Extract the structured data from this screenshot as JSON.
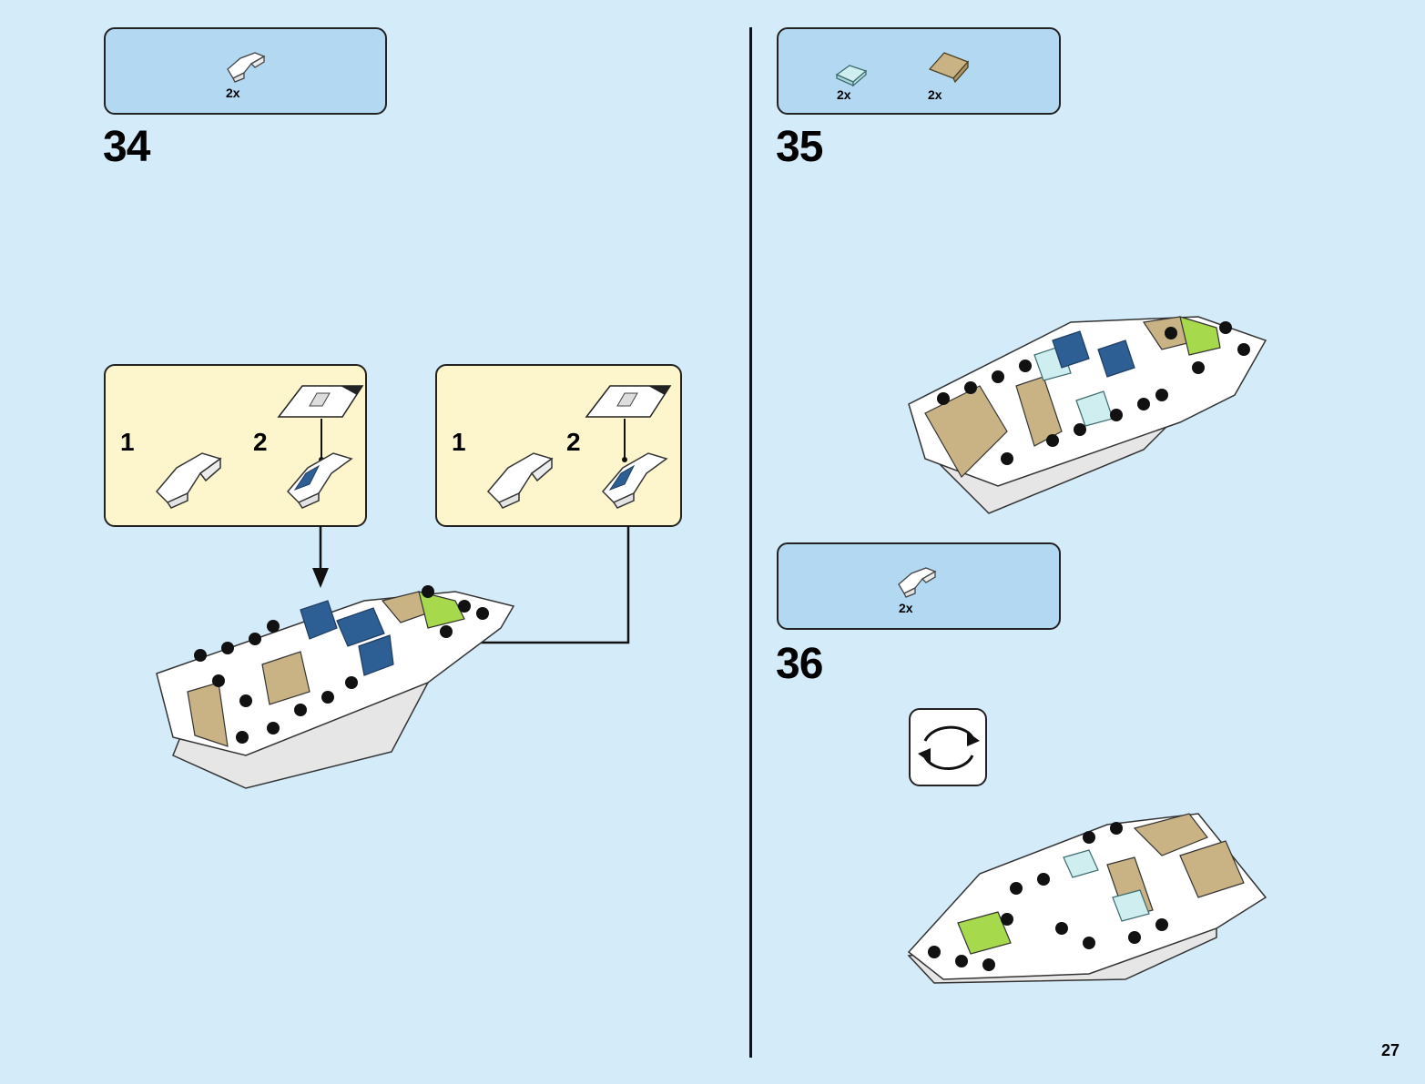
{
  "page_number": "27",
  "steps": [
    {
      "number": "34",
      "parts": [
        {
          "icon": "white-slope-brick-icon",
          "qty": "2x"
        }
      ],
      "submodels": [
        {
          "sub1": "1",
          "sub2": "2"
        },
        {
          "sub1": "1",
          "sub2": "2"
        }
      ]
    },
    {
      "number": "35",
      "parts": [
        {
          "icon": "transparent-tile-icon",
          "qty": "2x"
        },
        {
          "icon": "tan-slope-icon",
          "qty": "2x"
        }
      ]
    },
    {
      "number": "36",
      "parts": [
        {
          "icon": "white-slope-brick-icon",
          "qty": "2x"
        }
      ],
      "rotate_icon": "rotate-model-icon"
    }
  ],
  "colors": {
    "page_bg": "#d4ebfa",
    "parts_box": "#b3d8f2",
    "submodel_box": "#fdf5cc",
    "tan": "#c9b384",
    "lime": "#a6d94c",
    "trans_clear": "#cfeef0"
  }
}
